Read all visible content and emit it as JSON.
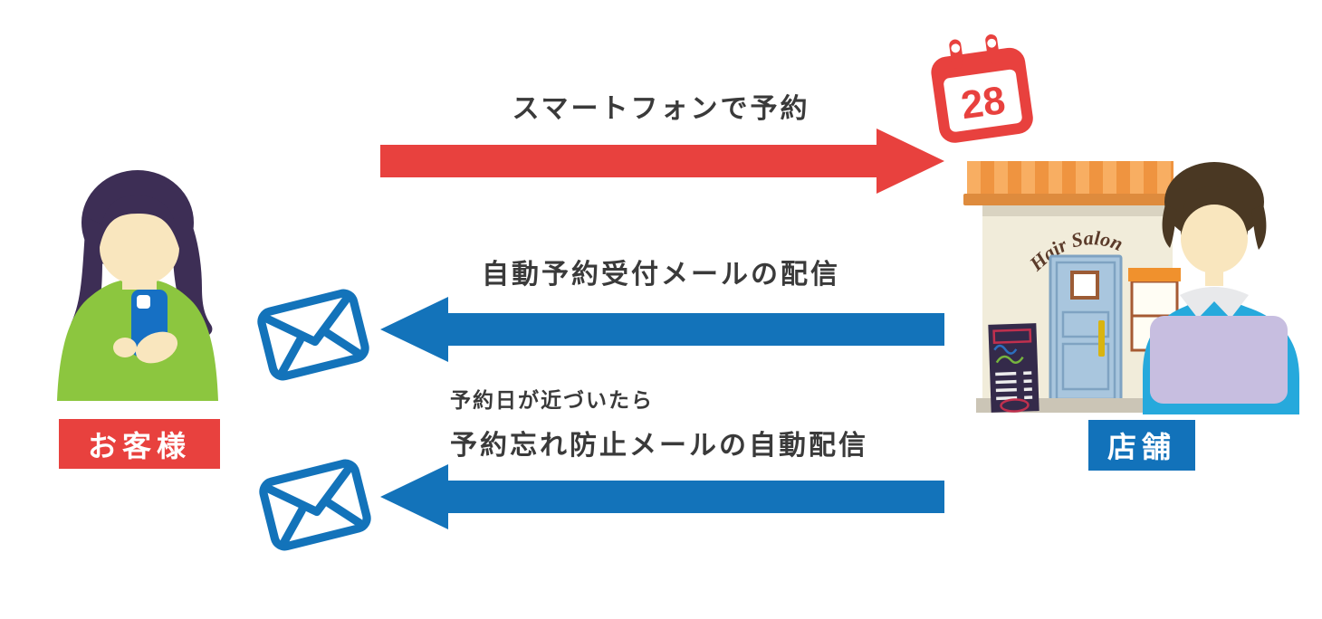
{
  "diagram": {
    "customer": {
      "label": "お客様"
    },
    "store": {
      "label": "店舗",
      "sign_text": "Hair Salon"
    },
    "flow_booking": {
      "label": "スマートフォンで予約",
      "calendar_day": "28"
    },
    "flow_confirmation": {
      "label": "自動予約受付メールの配信"
    },
    "flow_reminder": {
      "pre_label": "予約日が近づいたら",
      "label": "予約忘れ防止メールの自動配信"
    },
    "colors": {
      "red": "#E8413E",
      "blue": "#1373BA",
      "label_blue": "#1272BA",
      "text": "#3A3A3A",
      "green": "#8CC63F",
      "hair_purple": "#3D2E55",
      "skin": "#F9E6BE",
      "wall_cream": "#F1ECDA",
      "awning_orange": "#F8AE62"
    }
  }
}
